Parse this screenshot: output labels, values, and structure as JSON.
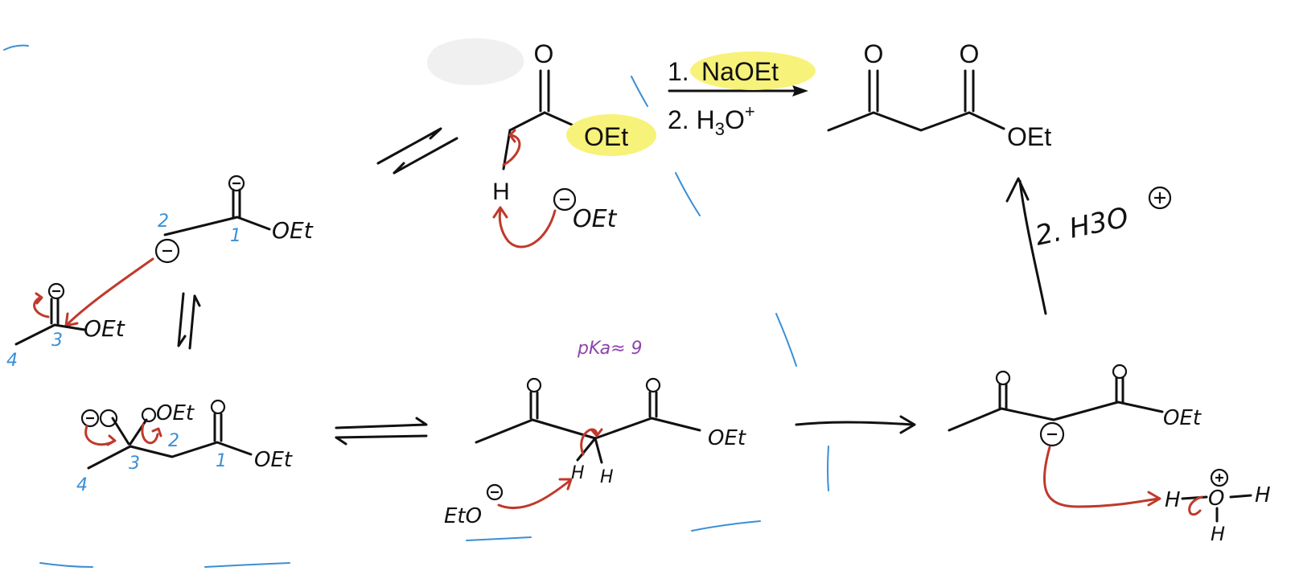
{
  "colors": {
    "ink": "#111111",
    "arrow_red": "#c0392b",
    "number_blue": "#3a8fd6",
    "highlight_yellow": "#f7f27a",
    "pka_purple": "#8e44ad",
    "smudge_gray": "#f0f0f0"
  },
  "reaction": {
    "reactant": {
      "carbonyl_o": "O",
      "ester_group": "OEt",
      "alpha_h": "H"
    },
    "conditions": {
      "step1_num": "1.",
      "step1_reagent": "NaOEt",
      "step2_num": "2.",
      "step2_pre": "H",
      "step2_sub": "3",
      "step2_mid": "O",
      "step2_sup": "+"
    },
    "product": {
      "ketone_o": "O",
      "ester_o": "O",
      "ester_group": "OEt"
    }
  },
  "mechanism": {
    "base_top": {
      "group": "OEt"
    },
    "enolate": {
      "group": "OEt",
      "label_2": "2",
      "label_1": "1"
    },
    "second_ester": {
      "carbonyl_o": "O",
      "group": "OEt",
      "label_3": "3",
      "label_4": "4"
    },
    "tetrahedral": {
      "group_a": "OEt",
      "group_b": "OEt",
      "label_3": "3",
      "label_2": "2",
      "label_1": "1",
      "label_4": "4"
    },
    "beta_keto": {
      "pka_note": "pKa≈ 9",
      "base": "EtO",
      "h_left": "H",
      "h_right": "H",
      "group": "OEt"
    },
    "stabilized_enolate": {
      "group": "OEt"
    },
    "hydronium": {
      "h_left": "H",
      "o": "O",
      "h_right": "H",
      "h_bottom": "H"
    },
    "workup_label": "2. H3O"
  },
  "icons": {
    "minus": "minus-charge-icon",
    "plus": "plus-charge-icon",
    "equilibrium": "equilibrium-arrows-icon",
    "reaction_arrow": "reaction-arrow-icon"
  }
}
